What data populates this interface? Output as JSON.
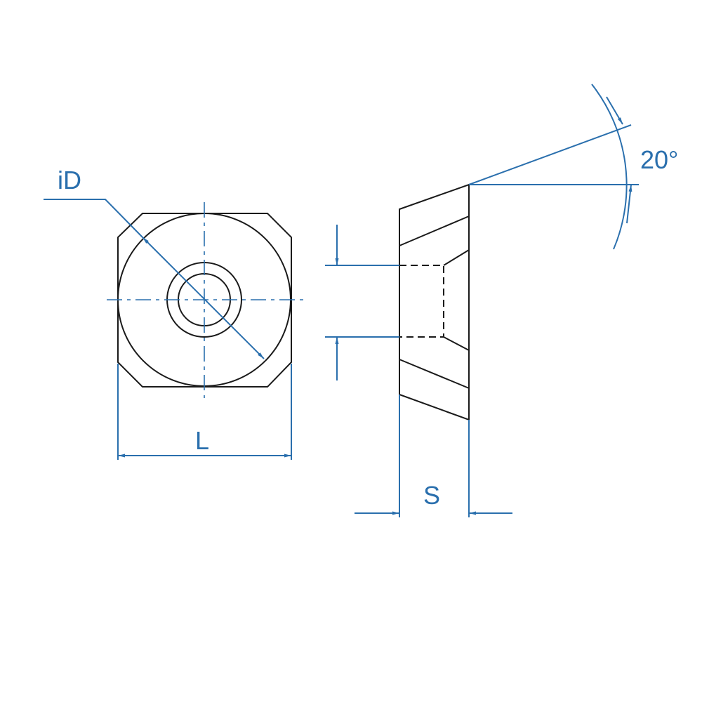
{
  "labels": {
    "inscribed_diameter": "iD",
    "length": "L",
    "thickness": "S",
    "angle": "20°"
  },
  "colors": {
    "part_outline": "#1a1a1a",
    "dimension": "#2a6fad",
    "background": "#ffffff"
  }
}
